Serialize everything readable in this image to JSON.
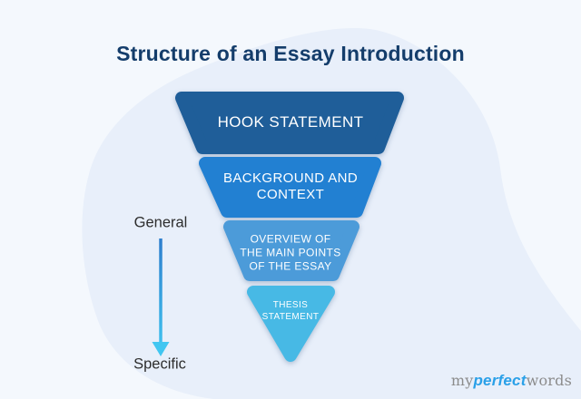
{
  "title": "Structure of an Essay Introduction",
  "funnel": {
    "type": "inverted-funnel",
    "segments": [
      {
        "label": "HOOK STATEMENT",
        "color": "#1f5e99"
      },
      {
        "label": "BACKGROUND AND CONTEXT",
        "color": "#2280d2"
      },
      {
        "label": "OVERVIEW OF THE MAIN POINTS OF THE ESSAY",
        "color": "#4c9bd9"
      },
      {
        "label": "THESIS STATEMENT",
        "color": "#47b9e5"
      }
    ]
  },
  "axis": {
    "top_label": "General",
    "bottom_label": "Specific"
  },
  "logo": {
    "my": "my",
    "perfect": "perfect",
    "words": "words"
  },
  "colors": {
    "background": "#f4f8fd",
    "blob": "#e8effa",
    "title": "#143d6b",
    "arrow_top": "#2e7ecd",
    "arrow_bottom": "#41c6f1",
    "axis_text": "#2d2d2d",
    "logo_gray": "#8c8c8c",
    "logo_blue": "#2aa0e8"
  }
}
